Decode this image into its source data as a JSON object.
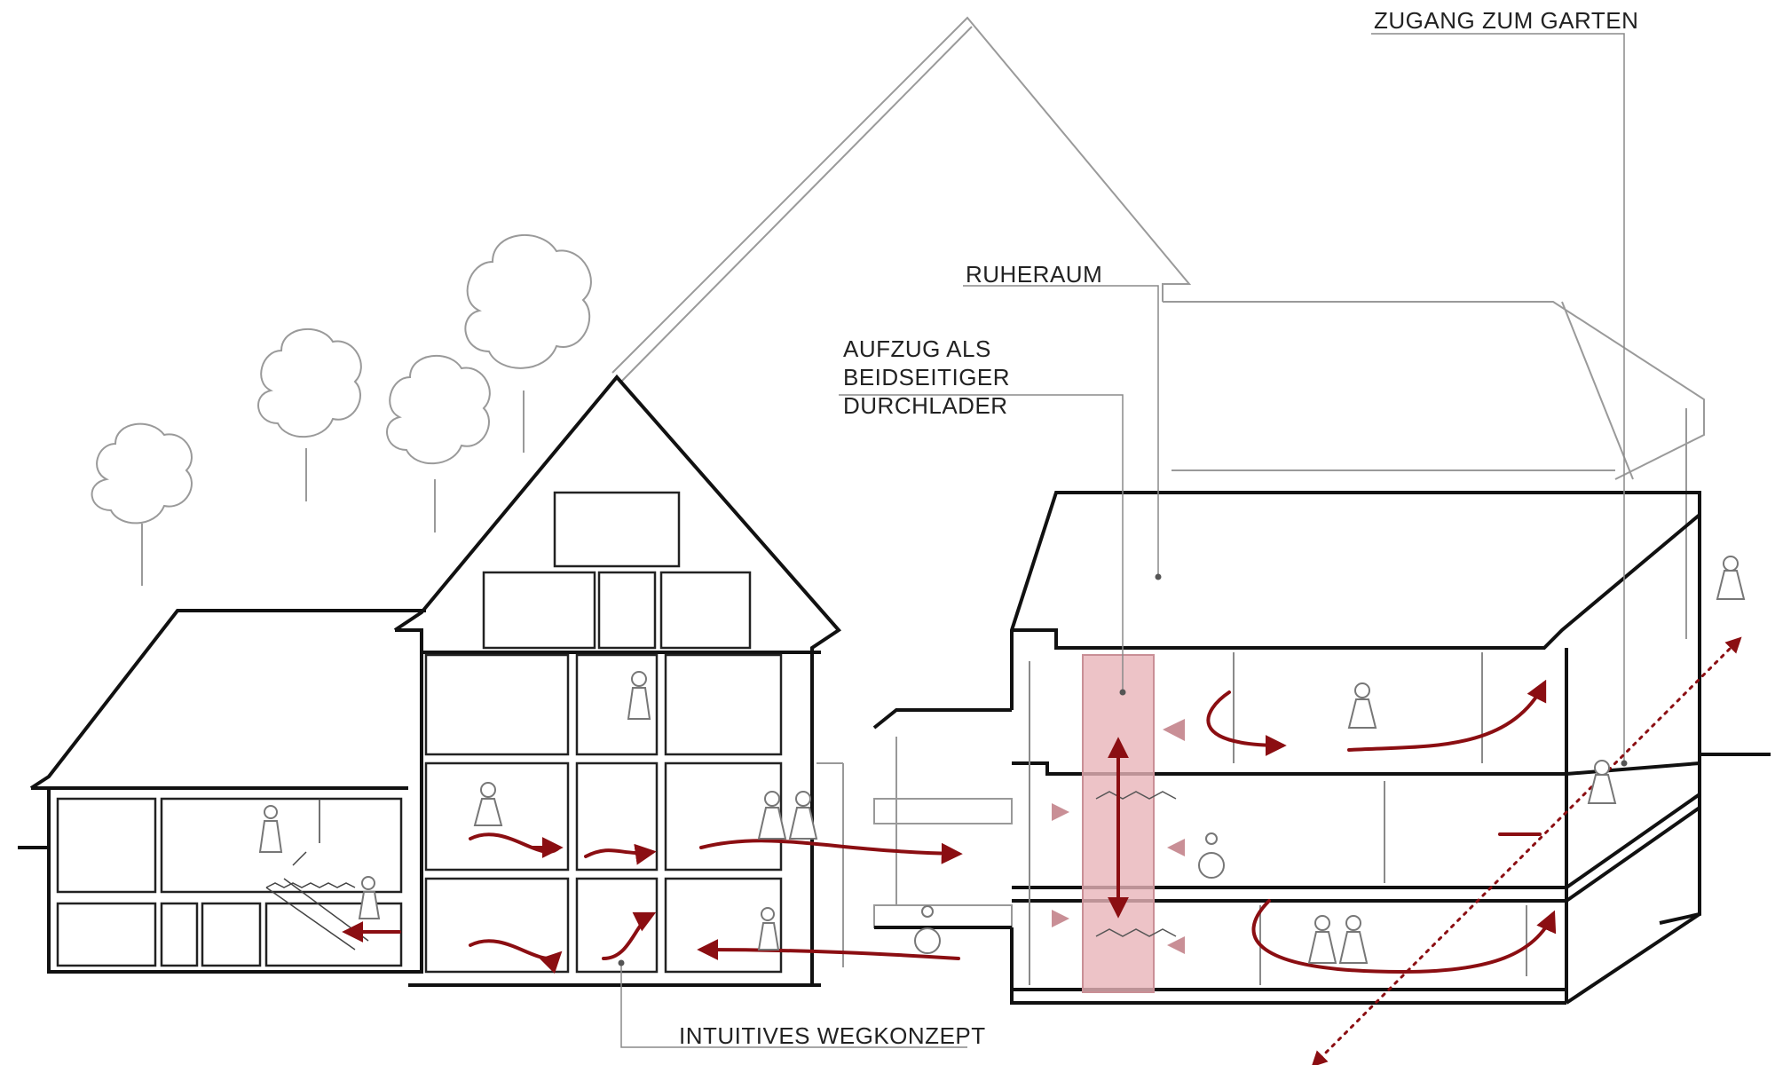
{
  "labels": {
    "zugang": "ZUGANG ZUM GARTEN",
    "ruheraum": "RUHERAUM",
    "aufzug_line1": "AUFZUG ALS",
    "aufzug_line2": "BEIDSEITIGER",
    "aufzug_line3": "DURCHLADER",
    "wegkonzept": "INTUITIVES WEGKONZEPT"
  },
  "colors": {
    "ink": "#111111",
    "thin": "#8a8a8a",
    "light": "#bdbdbd",
    "route": "#8b0e12",
    "elevator": "#e8b4b9"
  },
  "icons": [
    "tree-icon",
    "person-icon",
    "wheelchair-icon",
    "route-arrow-icon"
  ]
}
